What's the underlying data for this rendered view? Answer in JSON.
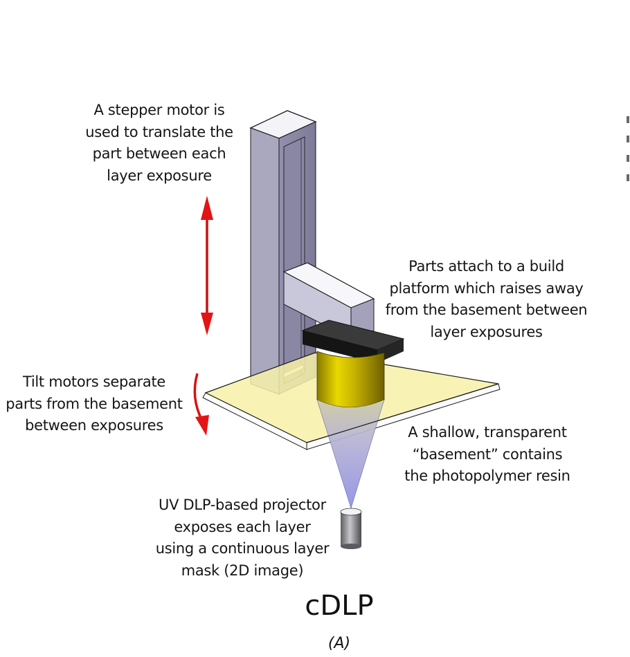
{
  "figure": {
    "title": "cDLP",
    "panel_label": "(A)"
  },
  "annotations": {
    "stepper_motor": {
      "lines": [
        "A stepper motor is",
        "used to translate the",
        "part between each",
        "layer exposure"
      ]
    },
    "build_platform": {
      "lines": [
        "Parts attach to a build",
        "platform which raises away",
        "from the basement between",
        "layer exposures"
      ]
    },
    "tilt_motors": {
      "lines": [
        "Tilt motors separate",
        "parts from the basement",
        "between exposures"
      ]
    },
    "basement": {
      "lines": [
        "A shallow, transparent",
        "“basement” contains",
        "the photopolymer resin"
      ]
    },
    "projector": {
      "lines": [
        "UV DLP-based projector",
        "exposes each layer",
        "using a continuous layer",
        "mask (2D image)"
      ]
    }
  },
  "components": {
    "z_column": {
      "name": "vertical column",
      "color": "#8f8ca8"
    },
    "arm": {
      "name": "horizontal arm",
      "color": "#cfcde0"
    },
    "build_plate": {
      "name": "build platform",
      "color": "#1c1c1c"
    },
    "part": {
      "name": "printed part",
      "color": "#c9b400"
    },
    "resin_vat": {
      "name": "basement / resin vat",
      "color": "#f6f0a4"
    },
    "light_cone": {
      "name": "UV light cone",
      "color": "#9c9be6"
    },
    "projector": {
      "name": "DLP projector",
      "color": "#7b7b80"
    },
    "arrows": {
      "name": "motion arrows",
      "color": "#e01010"
    }
  }
}
